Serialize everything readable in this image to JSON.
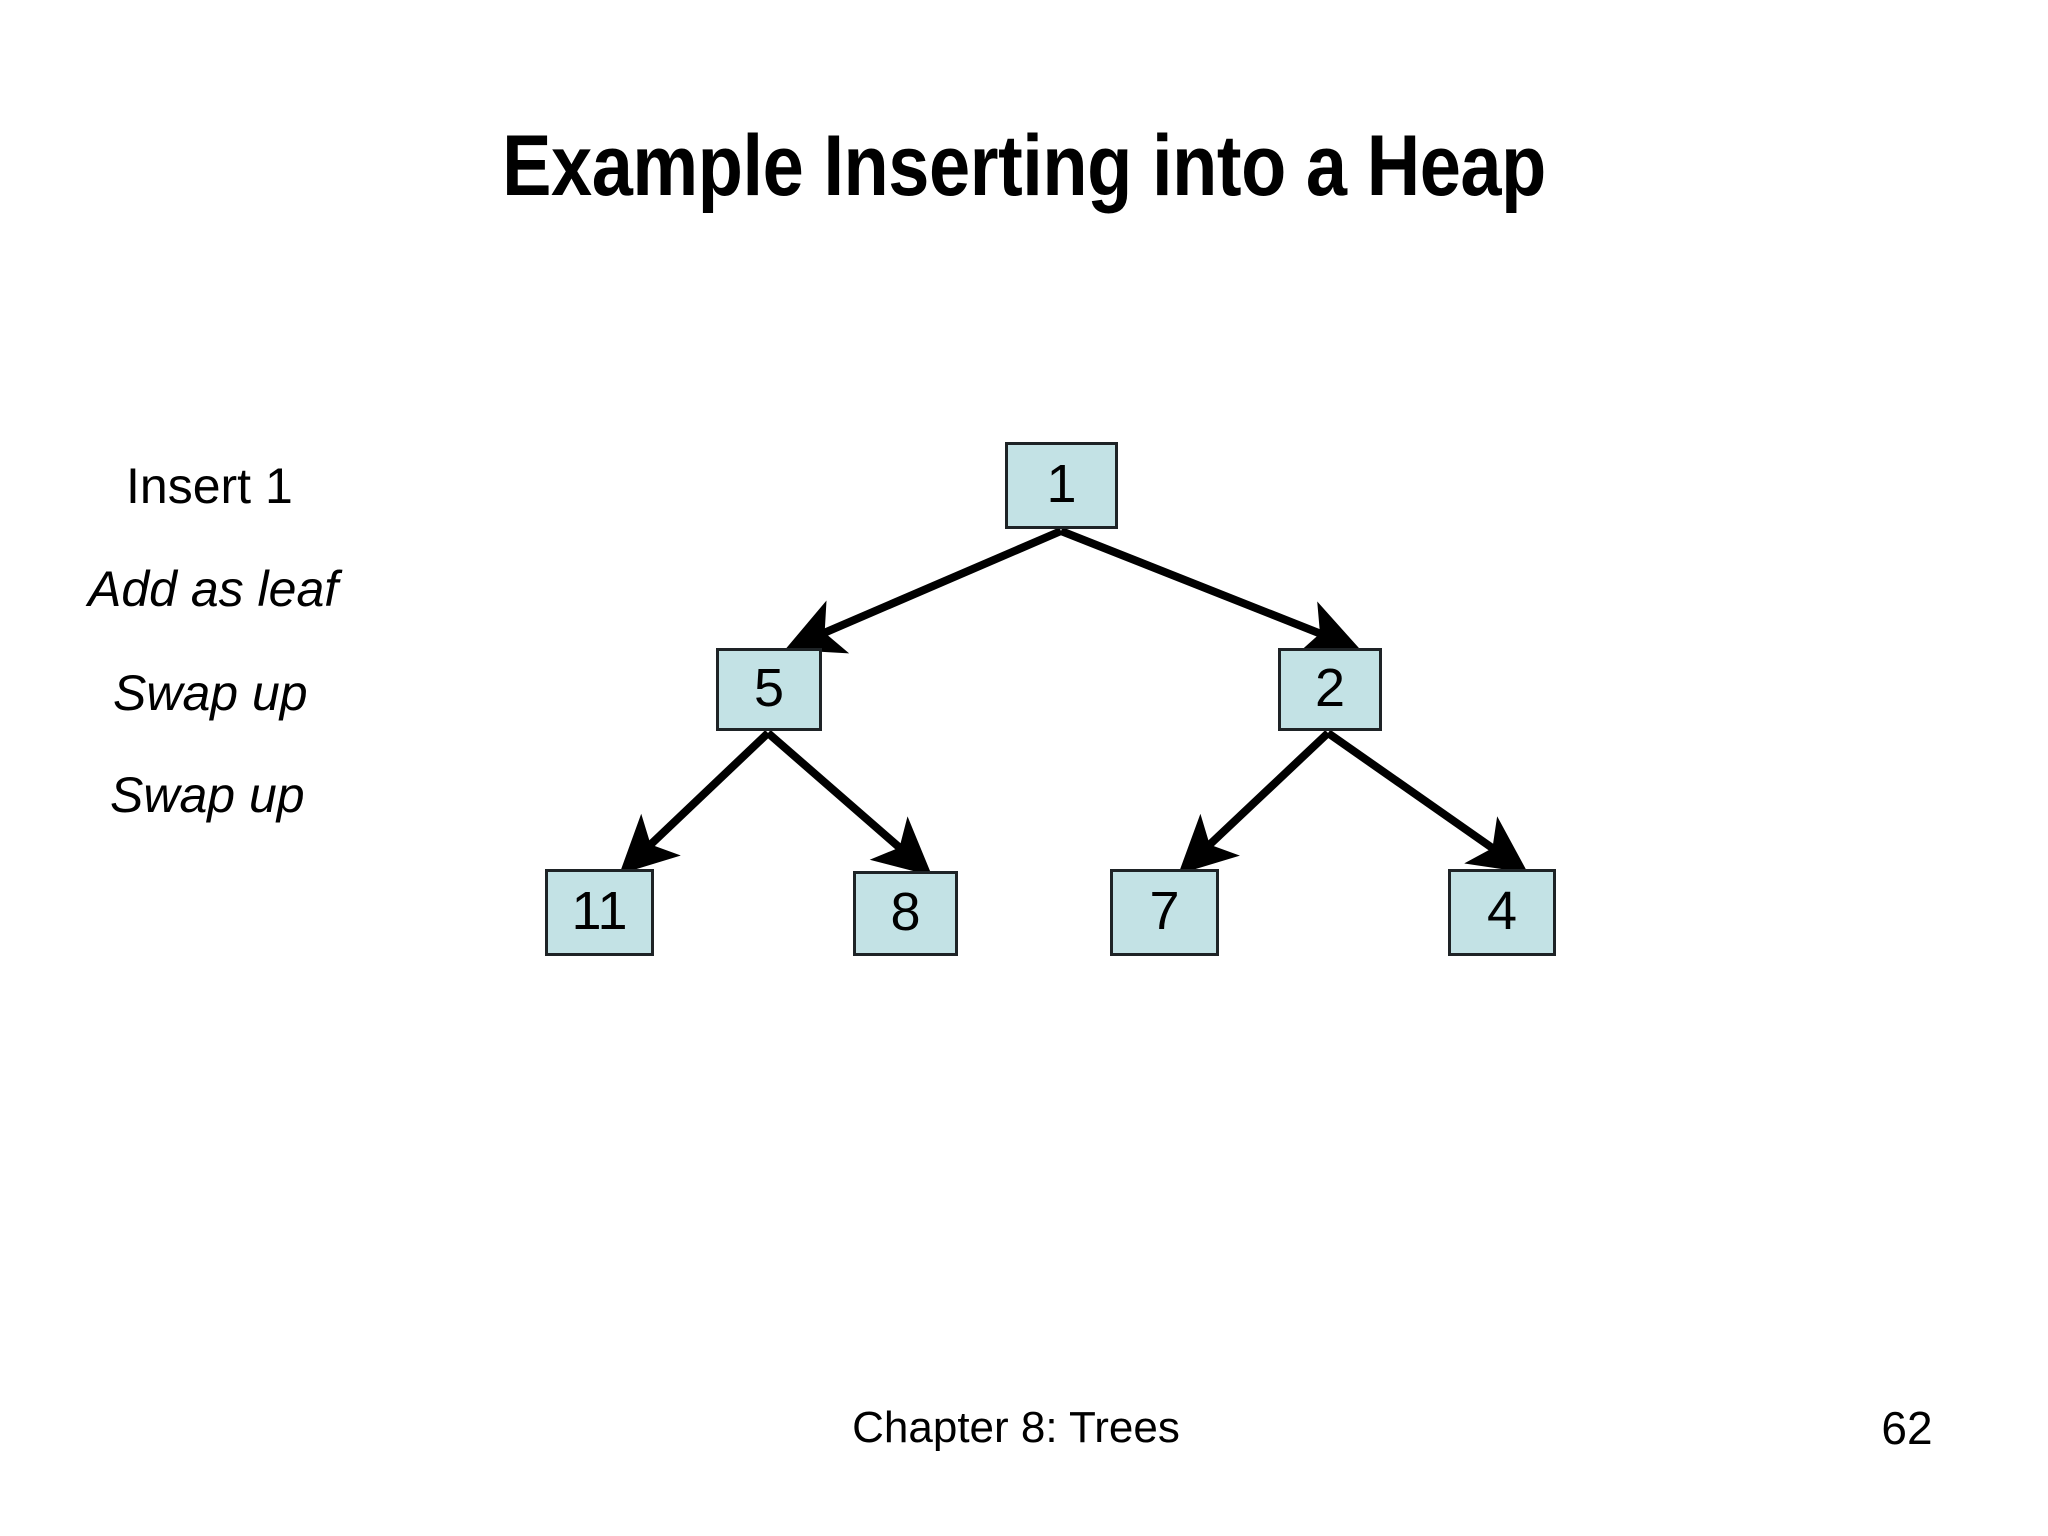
{
  "slide": {
    "title": "Example Inserting into a Heap",
    "background_color": "#ffffff",
    "text_color": "#000000"
  },
  "annotations": [
    {
      "id": "insert",
      "label": "Insert 1",
      "style": "regular"
    },
    {
      "id": "leaf",
      "label": "Add as leaf",
      "style": "italic"
    },
    {
      "id": "swap-1",
      "label": "Swap up",
      "style": "italic"
    },
    {
      "id": "swap-2",
      "label": "Swap up",
      "style": "italic"
    }
  ],
  "diagram": {
    "type": "binary-heap-tree",
    "node_fill_color": "#c3e2e5",
    "node_border_color": "#1e2326",
    "edge_color": "#000000",
    "nodes": [
      {
        "id": "root",
        "value": "1",
        "level": 0
      },
      {
        "id": "left",
        "value": "5",
        "level": 1
      },
      {
        "id": "right",
        "value": "2",
        "level": 1
      },
      {
        "id": "ll",
        "value": "11",
        "level": 2
      },
      {
        "id": "lr",
        "value": "8",
        "level": 2
      },
      {
        "id": "rl",
        "value": "7",
        "level": 2
      },
      {
        "id": "rr",
        "value": "4",
        "level": 2
      }
    ],
    "edges": [
      {
        "from": "root",
        "to": "left"
      },
      {
        "from": "root",
        "to": "right"
      },
      {
        "from": "left",
        "to": "ll"
      },
      {
        "from": "left",
        "to": "lr"
      },
      {
        "from": "right",
        "to": "rl"
      },
      {
        "from": "right",
        "to": "rr"
      }
    ]
  },
  "footer": {
    "center_text": "Chapter 8: Trees",
    "page_number": "62"
  }
}
